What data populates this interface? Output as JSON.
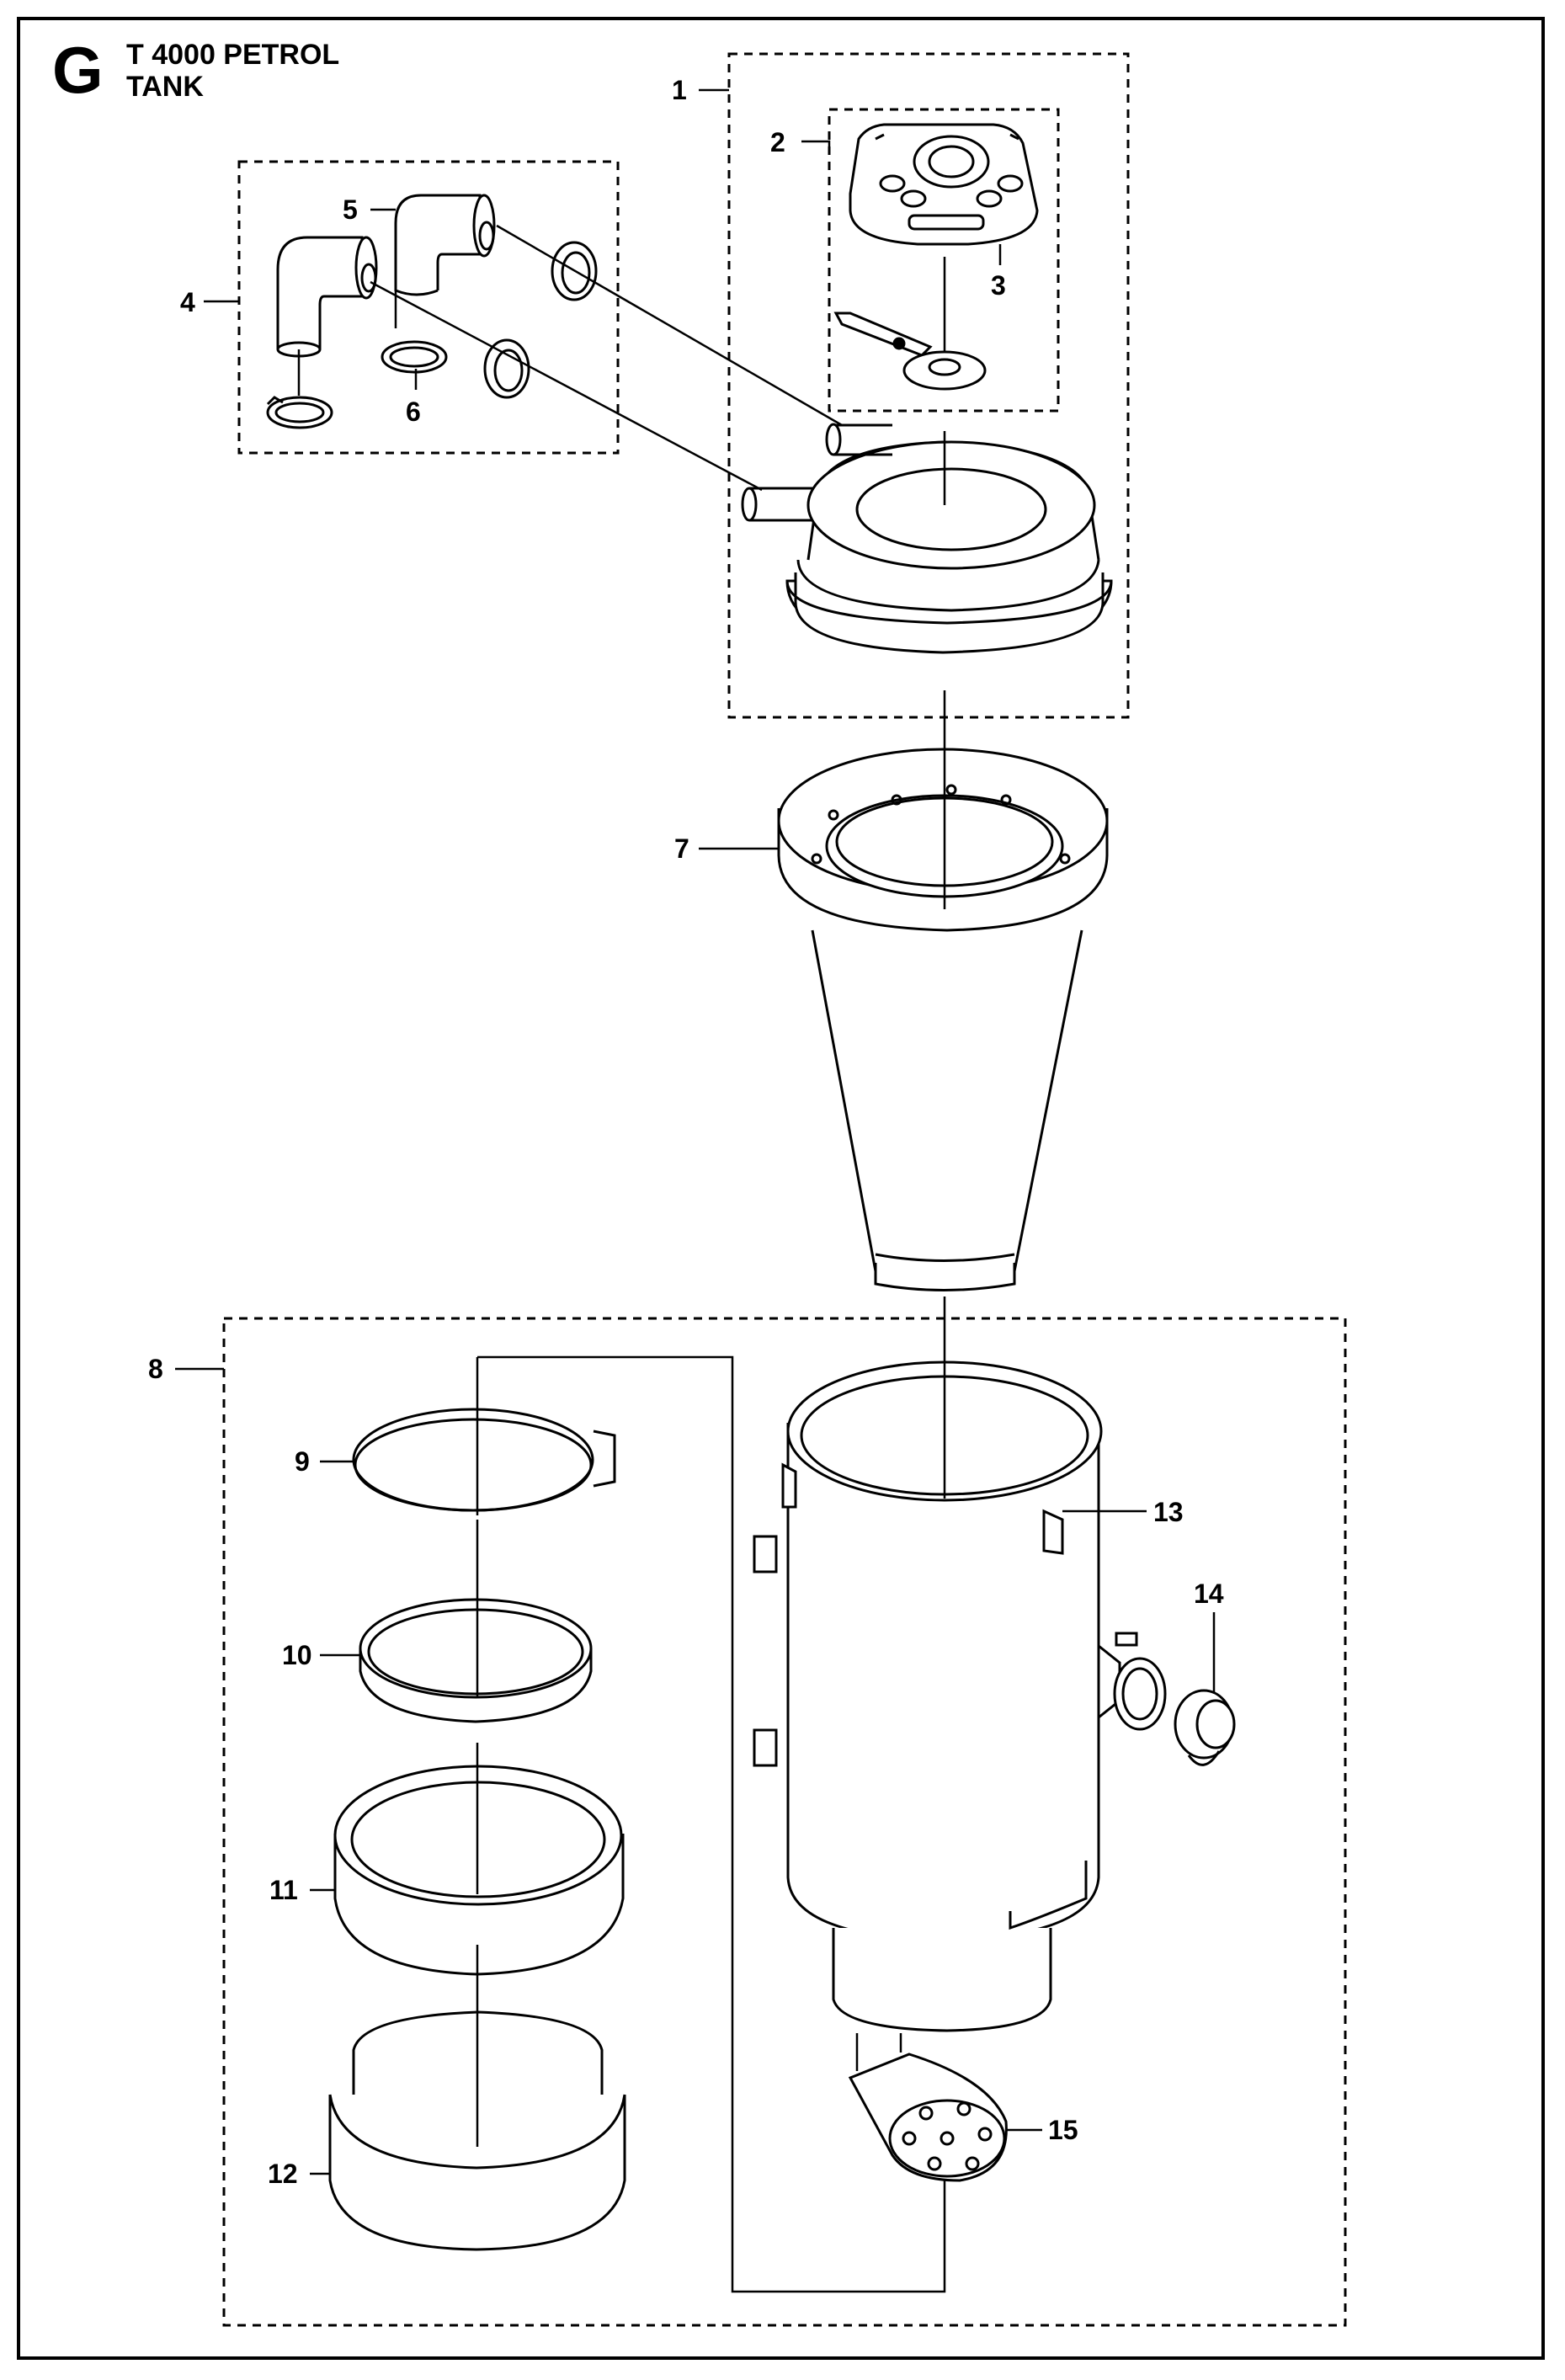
{
  "header": {
    "letter": "G",
    "model": "T 4000 PETROL",
    "section": "TANK"
  },
  "callouts": [
    {
      "id": "1",
      "label": "1"
    },
    {
      "id": "2",
      "label": "2"
    },
    {
      "id": "3",
      "label": "3"
    },
    {
      "id": "4",
      "label": "4"
    },
    {
      "id": "5",
      "label": "5"
    },
    {
      "id": "6",
      "label": "6"
    },
    {
      "id": "7",
      "label": "7"
    },
    {
      "id": "8",
      "label": "8"
    },
    {
      "id": "9",
      "label": "9"
    },
    {
      "id": "10",
      "label": "10"
    },
    {
      "id": "11",
      "label": "11"
    },
    {
      "id": "12",
      "label": "12"
    },
    {
      "id": "13",
      "label": "13"
    },
    {
      "id": "14",
      "label": "14"
    },
    {
      "id": "15",
      "label": "15"
    }
  ]
}
